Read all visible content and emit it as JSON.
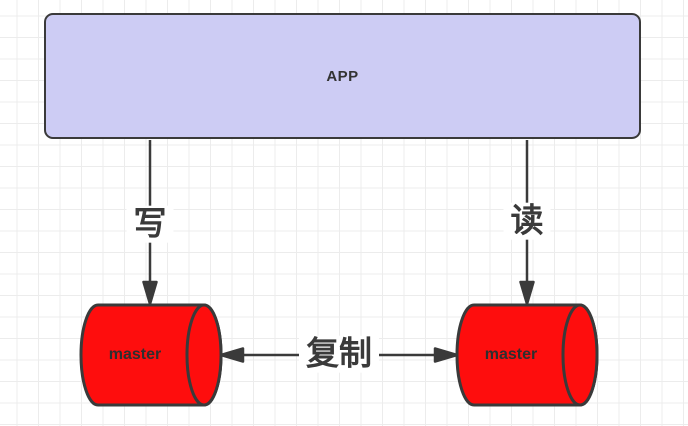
{
  "diagram": {
    "app": {
      "label": "APP"
    },
    "edges": {
      "write": {
        "label": "写"
      },
      "read": {
        "label": "读"
      },
      "replication": {
        "label": "复制"
      }
    },
    "databases": [
      {
        "label": "master"
      },
      {
        "label": "master"
      }
    ],
    "colors": {
      "app_fill": "#cdccf4",
      "db_fill": "#fe0d0d",
      "stroke": "#3a3a3a",
      "text": "#333333",
      "grid_line": "#ececec",
      "canvas_bg": "#ffffff",
      "label_bg": "#ffffff"
    }
  }
}
